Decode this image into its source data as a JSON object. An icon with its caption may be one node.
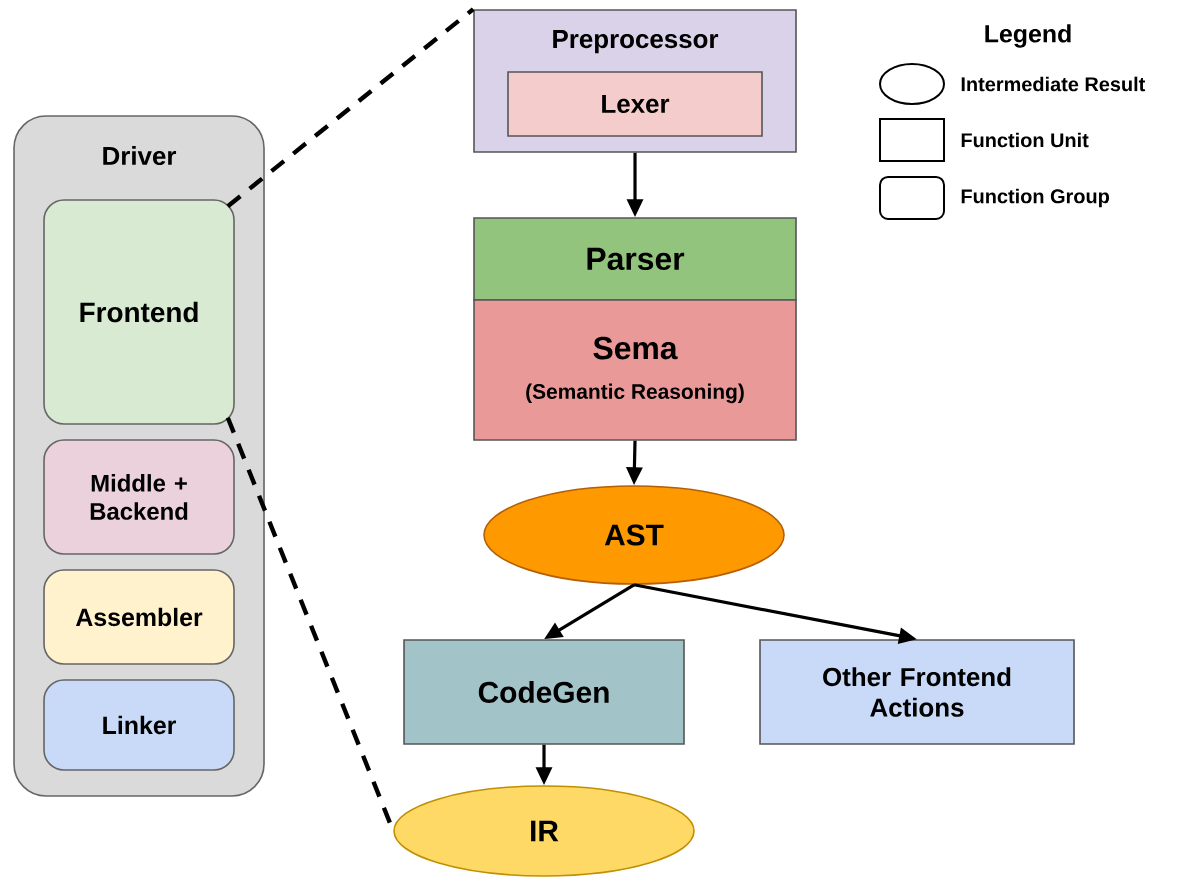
{
  "diagram": {
    "nodes": [
      {
        "text": [
          "Driver"
        ]
      },
      {
        "text": [
          "Frontend"
        ],
        "in": 0
      },
      {
        "text": [
          "Middle + Backend"
        ],
        "in": 0
      },
      {
        "text": [
          "Assembler"
        ],
        "in": 0
      },
      {
        "text": [
          "Linker"
        ],
        "in": 0
      },
      {
        "text": [
          "Preprocessor"
        ]
      },
      {
        "text": [
          "Lexer"
        ],
        "in": 5
      },
      {
        "text": [
          "Parser"
        ]
      },
      {
        "text": [
          "Sema",
          "(Semantic Reasoning)"
        ]
      },
      {
        "text": [
          "AST"
        ]
      },
      {
        "text": [
          "CodeGen"
        ]
      },
      {
        "text": [
          "Other Frontend Actions"
        ]
      },
      {
        "text": [
          "IR"
        ]
      }
    ],
    "edges": [
      {
        "from": 5,
        "to": 7,
        "arrow": "to"
      },
      {
        "from": 8,
        "to": 9,
        "arrow": "to"
      },
      {
        "from": 9,
        "to": 10,
        "arrow": "to"
      },
      {
        "from": 9,
        "to": 11,
        "arrow": "to"
      },
      {
        "from": 10,
        "to": 12,
        "arrow": "to"
      },
      {
        "from": 1,
        "to": 5,
        "arrow": "none",
        "style": "dashed"
      },
      {
        "from": 1,
        "to": 12,
        "arrow": "none",
        "style": "dashed"
      }
    ],
    "labels": [
      "Legend"
    ],
    "legend": [
      {
        "text": "Intermediate Result"
      },
      {
        "text": "Function Unit"
      },
      {
        "text": "Function Group"
      }
    ]
  }
}
